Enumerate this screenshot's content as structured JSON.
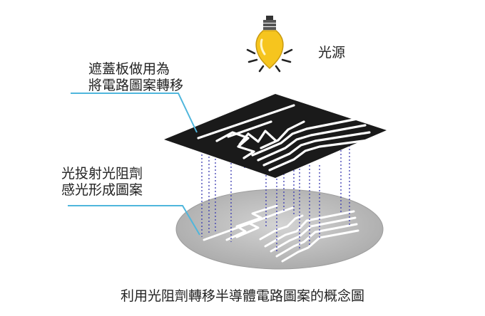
{
  "light_source": {
    "label": "光源",
    "icon": "light-bulb-icon"
  },
  "mask": {
    "label_lines": [
      "遮蓋板做用為",
      "將電路圖案轉移"
    ]
  },
  "photoresist": {
    "label_lines": [
      "光投射光阻劑",
      "感光形成圖案"
    ]
  },
  "caption": "利用光阻劑轉移半導體電路圖案的概念圖",
  "colors": {
    "bulb": "#f6c51e",
    "bulb_outline": "#c99a10",
    "rays": "#222222",
    "mask": "#1a1a1a",
    "wafer": "#bdbdbd",
    "callout": "#4fb6dc",
    "projection_lines": "#3a3ab0"
  }
}
